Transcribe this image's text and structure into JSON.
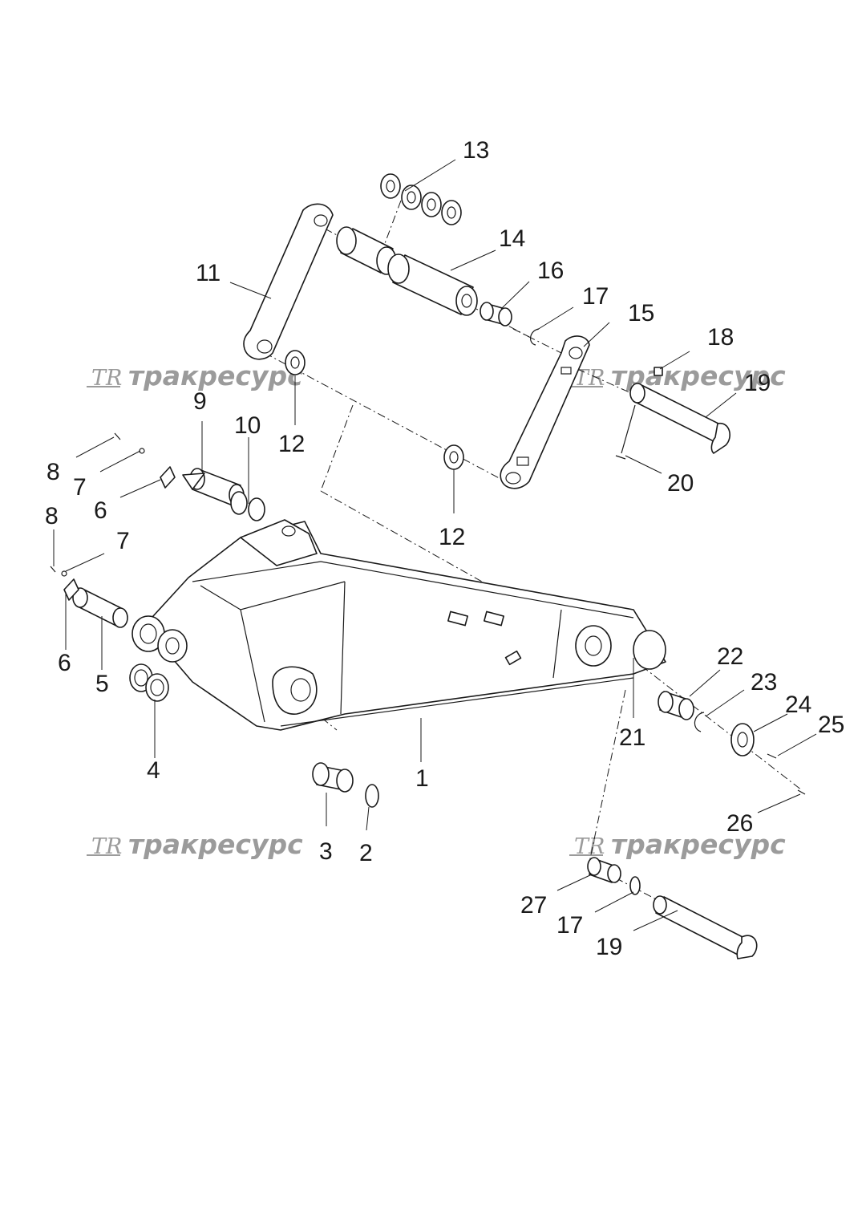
{
  "watermark": {
    "logo_text": "TR",
    "brand_text": "тракресурс",
    "color": "#9b9b9b"
  },
  "callouts": [
    {
      "id": "c13",
      "label": "13"
    },
    {
      "id": "c14",
      "label": "14"
    },
    {
      "id": "c11",
      "label": "11"
    },
    {
      "id": "c16",
      "label": "16"
    },
    {
      "id": "c17a",
      "label": "17"
    },
    {
      "id": "c15",
      "label": "15"
    },
    {
      "id": "c18",
      "label": "18"
    },
    {
      "id": "c19a",
      "label": "19"
    },
    {
      "id": "c9",
      "label": "9"
    },
    {
      "id": "c10",
      "label": "10"
    },
    {
      "id": "c12a",
      "label": "12"
    },
    {
      "id": "c8a",
      "label": "8"
    },
    {
      "id": "c7a",
      "label": "7"
    },
    {
      "id": "c6a",
      "label": "6"
    },
    {
      "id": "c20",
      "label": "20"
    },
    {
      "id": "c12b",
      "label": "12"
    },
    {
      "id": "c8b",
      "label": "8"
    },
    {
      "id": "c7b",
      "label": "7"
    },
    {
      "id": "c6b",
      "label": "6"
    },
    {
      "id": "c5",
      "label": "5"
    },
    {
      "id": "c22",
      "label": "22"
    },
    {
      "id": "c23",
      "label": "23"
    },
    {
      "id": "c24",
      "label": "24"
    },
    {
      "id": "c25",
      "label": "25"
    },
    {
      "id": "c21",
      "label": "21"
    },
    {
      "id": "c4",
      "label": "4"
    },
    {
      "id": "c1",
      "label": "1"
    },
    {
      "id": "c26",
      "label": "26"
    },
    {
      "id": "c3",
      "label": "3"
    },
    {
      "id": "c2",
      "label": "2"
    },
    {
      "id": "c27",
      "label": "27"
    },
    {
      "id": "c17b",
      "label": "17"
    },
    {
      "id": "c19b",
      "label": "19"
    }
  ]
}
